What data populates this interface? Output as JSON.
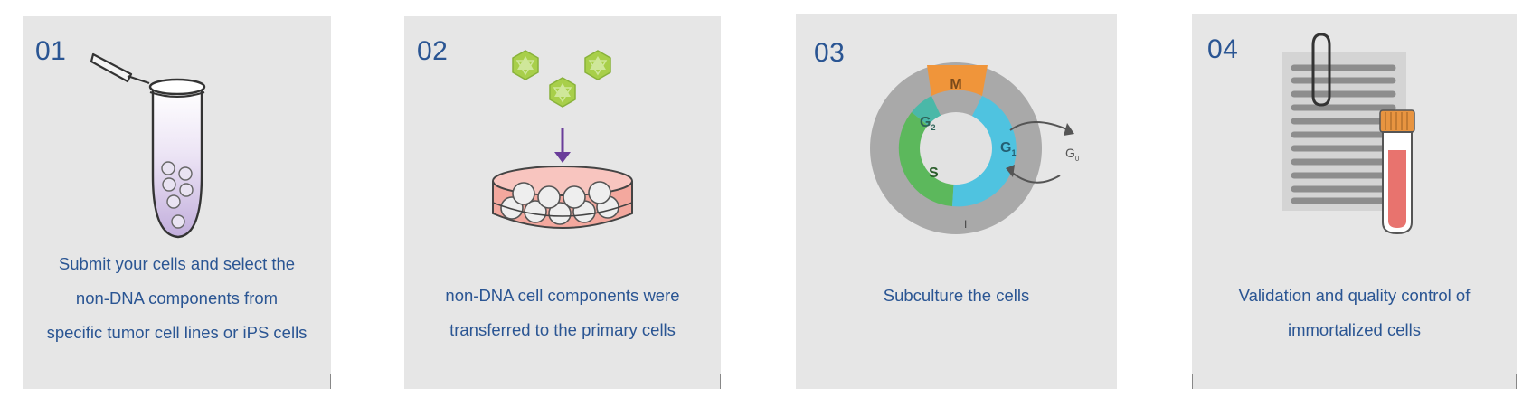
{
  "steps": [
    {
      "number": "01",
      "caption_lines": [
        "Submit your cells and select the",
        "non-DNA components from",
        "specific tumor cell lines or iPS cells"
      ],
      "illustration": "microcentrifuge-tube-with-cells-icon"
    },
    {
      "number": "02",
      "caption_lines": [
        "non-DNA cell components were",
        "transferred to the primary cells"
      ],
      "illustration": "virus-particles-into-petri-dish-icon"
    },
    {
      "number": "03",
      "caption_lines": [
        "Subculture the cells"
      ],
      "illustration": "cell-cycle-ring-icon",
      "cycle_labels": {
        "m": "M",
        "g2": "G",
        "g2_sub": "2",
        "s": "S",
        "g1": "G",
        "g1_sub": "1",
        "g0": "G",
        "g0_sub": "0",
        "i": "I"
      }
    },
    {
      "number": "04",
      "caption_lines": [
        "Validation and quality control of",
        "immortalized cells"
      ],
      "illustration": "report-with-test-tube-icon"
    }
  ],
  "colors": {
    "card_bg": "#e6e6e6",
    "text_blue": "#2a5593",
    "tube_purple": "#c9b8e0",
    "virus_green": "#a8cf4a",
    "arrow_purple": "#6a3d9a",
    "dish_pink": "#f2a39a",
    "cycle_orange": "#f0953a",
    "cycle_teal": "#4ab8a8",
    "cycle_green": "#5cb85c",
    "cycle_cyan": "#4fc3e0",
    "cycle_gray": "#a9a9a9",
    "tube_red": "#e8736e",
    "cap_orange": "#e89440"
  }
}
